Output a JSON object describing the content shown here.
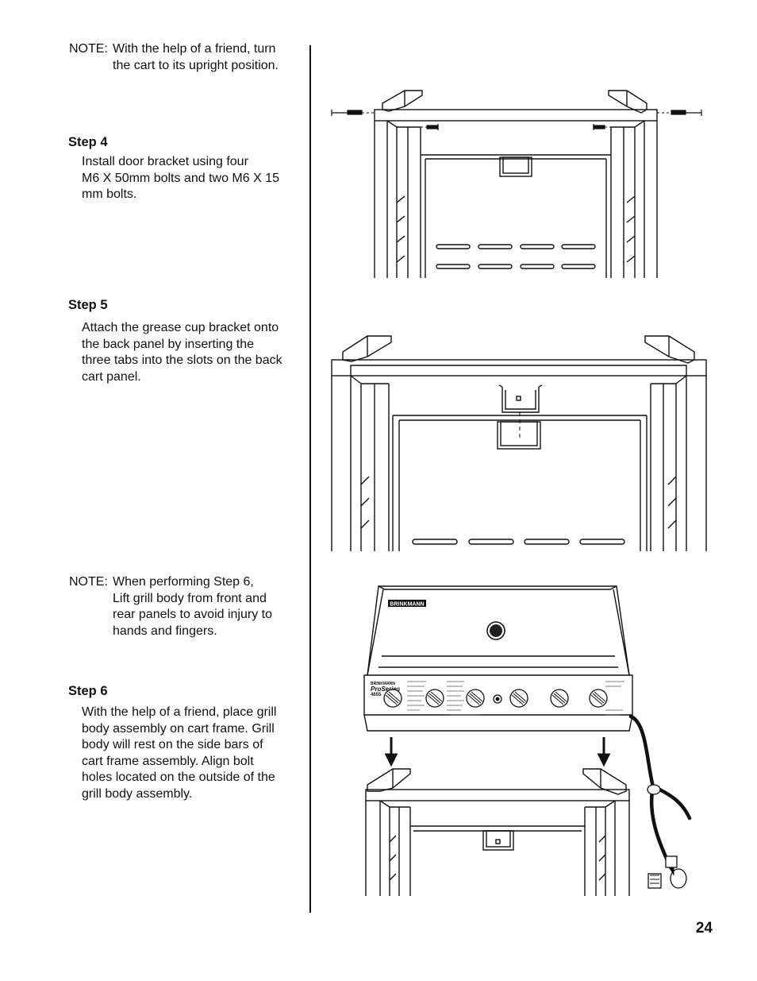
{
  "note1": {
    "label": "NOTE:",
    "line1": "With the help of a friend, turn",
    "line2": "the cart to its upright position."
  },
  "step4": {
    "heading": "Step 4",
    "line1": "Install door bracket using four",
    "line2": "M6 X 50mm bolts and two M6 X 15",
    "line3": "mm bolts."
  },
  "step5": {
    "heading": "Step 5",
    "line1": "Attach the grease cup bracket onto",
    "line2": "the back panel by inserting the",
    "line3": "three tabs into the slots on the back",
    "line4": "cart panel."
  },
  "note2": {
    "label": "NOTE:",
    "line1": "When performing Step 6,",
    "line2": "Lift grill body from front and",
    "line3": "rear panels to avoid injury to",
    "line4": "hands and fingers."
  },
  "step6": {
    "heading": "Step 6",
    "line1": "With the help of a friend, place grill",
    "line2": "body assembly on cart frame. Grill",
    "line3": "body will rest on the side bars of",
    "line4": "cart frame assembly. Align bolt",
    "line5": "holes located on the outside of the",
    "line6": "grill body assembly."
  },
  "grill": {
    "brand": "BRINKMANN",
    "series": "ProSeries",
    "model": "4655"
  },
  "page_number": "24",
  "icons": {
    "step4_illustration": "cart-frame-door-bracket-illustration",
    "step5_illustration": "cart-frame-grease-cup-bracket-illustration",
    "step6_illustration": "grill-body-on-cart-illustration"
  }
}
